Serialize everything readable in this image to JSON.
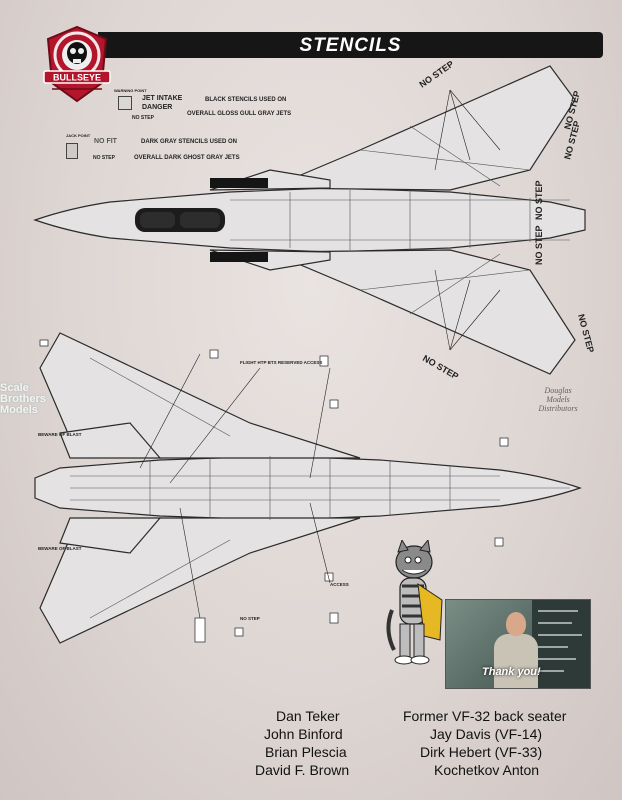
{
  "header": {
    "title": "STENCILS"
  },
  "logo": {
    "text": "BULLSEYE"
  },
  "legend": {
    "black": {
      "sample_top": "WARNING POINT",
      "sample_label": "JET INTAKE DANGER",
      "sample_step": "NO STEP",
      "description_line1": "BLACK STENCILS USED ON",
      "description_line2": "OVERALL GLOSS GULL GRAY JETS"
    },
    "gray": {
      "sample_top": "JACK POINT",
      "sample_nofit": "NO FIT",
      "sample_step": "NO STEP",
      "description_line1": "DARK GRAY STENCILS USED ON",
      "description_line2": "OVERALL DARK GHOST GRAY JETS"
    }
  },
  "top_view": {
    "labels": [
      "NO STEP",
      "NO STEP",
      "NO STEP",
      "NO STEP",
      "NO STEP",
      "NO STEP",
      "NO STEP"
    ]
  },
  "bottom_view": {
    "labels": [
      "BEWARE OF BLAST",
      "BEWARE OF BLAST",
      "NO STEP",
      "FLIGHT HTP BTS RESERVED ACCESS",
      "ACCESS"
    ]
  },
  "watermark": {
    "line1": "Scale",
    "line2": "Brothers",
    "line3": "Models",
    "badge_line1": "Douglas",
    "badge_line2": "Models",
    "badge_line3": "Distributors"
  },
  "photo": {
    "caption": "Thank you!"
  },
  "credits": {
    "left": [
      "Dan Teker",
      "John Binford",
      "Brian Plescia",
      "David F. Brown"
    ],
    "right": [
      "Former VF-32 back seater",
      "Jay Davis (VF-14)",
      "Dirk Hebert (VF-33)",
      "Kochetkov Anton"
    ]
  },
  "colors": {
    "header_bar": "#161616",
    "logo_red": "#b3152b",
    "background": "#e2dad7",
    "aircraft_fill": "#e4e2e3",
    "aircraft_line": "#2b2b2b"
  }
}
